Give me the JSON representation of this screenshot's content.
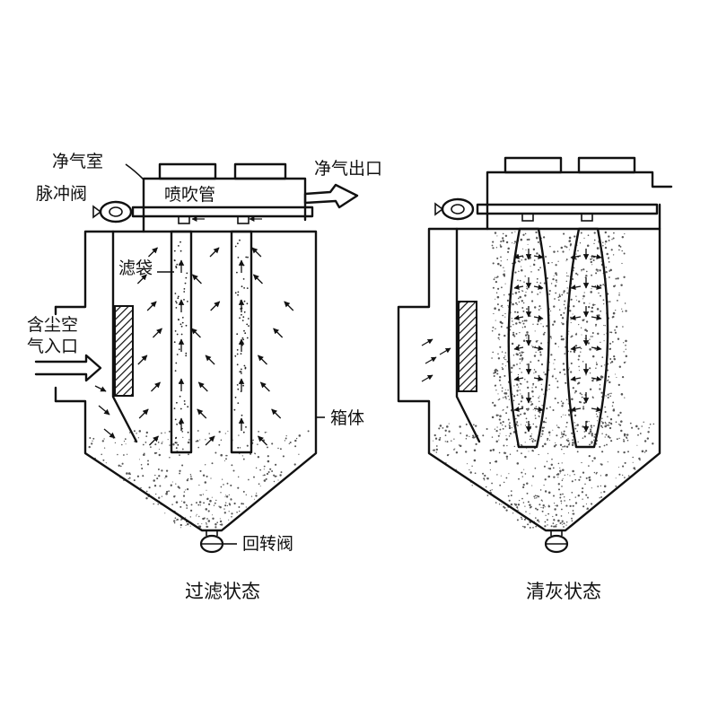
{
  "labels": {
    "clean_chamber": "净气室",
    "pulse_valve": "脉冲阀",
    "blow_pipe": "喷吹管",
    "clean_outlet": "净气出口",
    "filter_bag": "滤袋",
    "inlet_line1": "含尘空",
    "inlet_line2": "气入口",
    "housing": "箱体",
    "rotary_valve": "回转阀"
  },
  "captions": {
    "filtering": "过滤状态",
    "cleaning": "清灰状态"
  },
  "colors": {
    "line": "#111111",
    "background": "#ffffff"
  }
}
